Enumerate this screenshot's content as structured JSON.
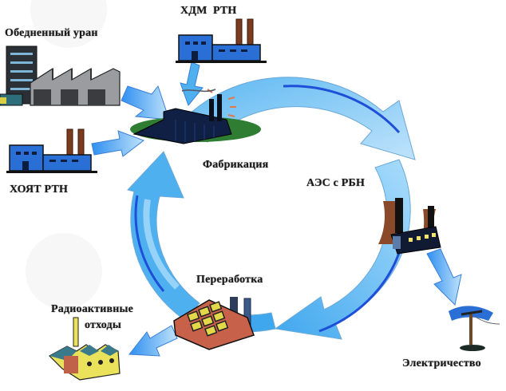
{
  "diagram": {
    "title": "Nuclear fuel cycle with fast neutron reactor",
    "nodes": {
      "depleted_uranium": {
        "label": "Обедненный уран"
      },
      "hdm_rtn": {
        "label": "ХДМ  РТН"
      },
      "hoyat_rtn": {
        "label": "ХОЯТ РТН"
      },
      "fabrication": {
        "label": "Фабрикация"
      },
      "npp_fast_reactor": {
        "label": "АЭС с РБН"
      },
      "electricity": {
        "label": "Электричество"
      },
      "reprocessing": {
        "label": "Переработка"
      },
      "radioactive_waste": {
        "label_line1": "Радиоактивные",
        "label_line2": "отходы"
      }
    },
    "cycle": [
      "Фабрикация",
      "АЭС с РБН",
      "Переработка",
      "Фабрикация"
    ],
    "inputs_to_fabrication": [
      "Обедненный уран",
      "ХДМ  РТН",
      "ХОЯТ РТН"
    ],
    "outputs": [
      {
        "from": "АЭС с РБН",
        "to": "Электричество"
      },
      {
        "from": "Переработка",
        "to": "Радиоактивные отходы"
      }
    ],
    "colors": {
      "arrow_light": "#9fd3f7",
      "arrow_mid": "#4fb0ef",
      "arrow_dark": "#1e6fd8",
      "factory_blue": "#2a6fd6",
      "chimney_brown": "#7a3b1e",
      "ground_green": "#2f7d32"
    }
  }
}
